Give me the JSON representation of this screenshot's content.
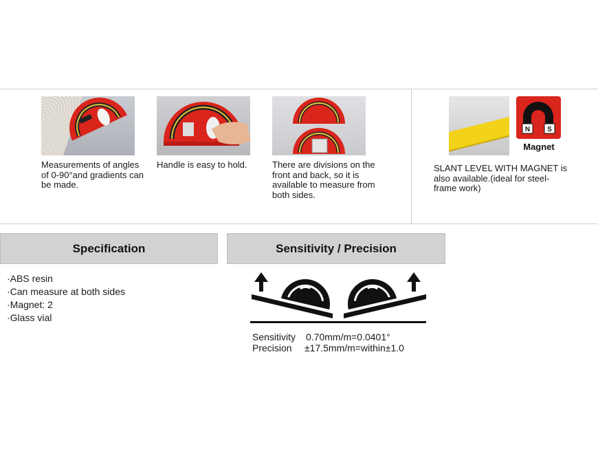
{
  "features": [
    {
      "caption": "Measurements of angles of 0-90°and gradients can be made."
    },
    {
      "caption": "Handle is easy to hold."
    },
    {
      "caption": "There are divisions on the front and back, so it is available to measure from both sides."
    }
  ],
  "related": {
    "magnet_label": "Magnet",
    "magnet_poles": [
      "N",
      "S"
    ],
    "caption": "SLANT LEVEL WITH MAGNET is also available.(ideal for steel-frame work)"
  },
  "specification": {
    "title": "Specification",
    "items": [
      "·ABS resin",
      "·Can measure at both sides",
      "·Magnet: 2",
      "·Glass vial"
    ]
  },
  "sensitivity": {
    "title": "Sensitivity / Precision",
    "sensitivity_label": "Sensitivity",
    "sensitivity_value": "0.70mm/m=0.0401°",
    "precision_label": "Precision",
    "precision_value": "±17.5mm/m=within±1.0"
  },
  "colors": {
    "level_red": "#d9251c",
    "level_yellow": "#f3d21a",
    "header_gray": "#d2d2d2"
  }
}
